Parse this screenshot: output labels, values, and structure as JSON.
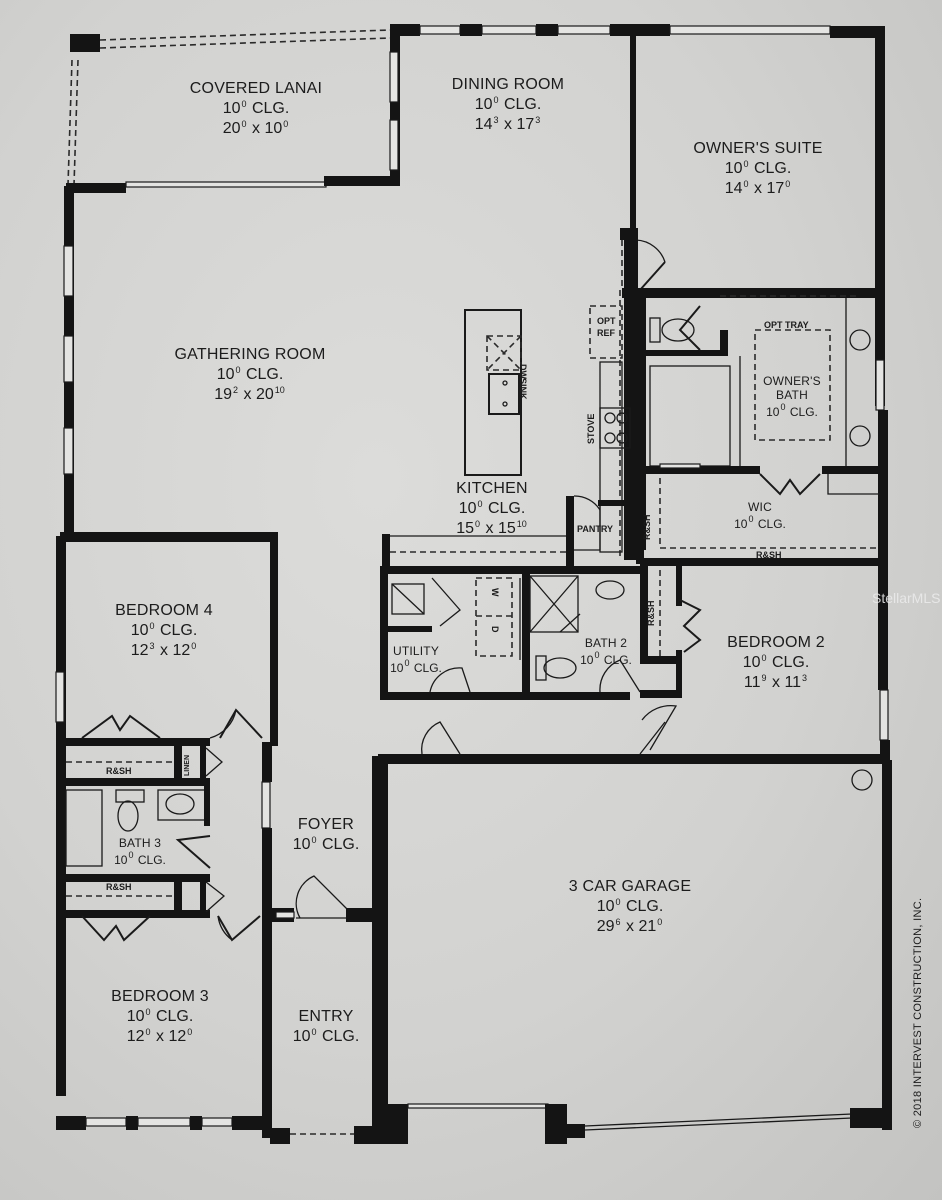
{
  "plan": {
    "rooms": {
      "covered_lanai": {
        "name": "COVERED LANAI",
        "ceiling": "10",
        "ceiling_sup": "0",
        "ceiling_unit": "CLG.",
        "dim_w": "20",
        "dim_w_sup": "0",
        "dim_sep": "x",
        "dim_l": "10",
        "dim_l_sup": "0"
      },
      "dining_room": {
        "name": "DINING ROOM",
        "ceiling": "10",
        "ceiling_sup": "0",
        "ceiling_unit": "CLG.",
        "dim_w": "14",
        "dim_w_sup": "3",
        "dim_sep": "x",
        "dim_l": "17",
        "dim_l_sup": "3"
      },
      "owners_suite": {
        "name": "OWNER'S SUITE",
        "ceiling": "10",
        "ceiling_sup": "0",
        "ceiling_unit": "CLG.",
        "dim_w": "14",
        "dim_w_sup": "0",
        "dim_sep": "x",
        "dim_l": "17",
        "dim_l_sup": "0"
      },
      "gathering_room": {
        "name": "GATHERING ROOM",
        "ceiling": "10",
        "ceiling_sup": "0",
        "ceiling_unit": "CLG.",
        "dim_w": "19",
        "dim_w_sup": "2",
        "dim_sep": "x",
        "dim_l": "20",
        "dim_l_sup": "10"
      },
      "kitchen": {
        "name": "KITCHEN",
        "ceiling": "10",
        "ceiling_sup": "0",
        "ceiling_unit": "CLG.",
        "dim_w": "15",
        "dim_w_sup": "0",
        "dim_sep": "x",
        "dim_l": "15",
        "dim_l_sup": "10"
      },
      "owners_bath": {
        "name_line1": "OWNER'S",
        "name_line2": "BATH",
        "ceiling": "10",
        "ceiling_sup": "0",
        "ceiling_unit": "CLG."
      },
      "wic": {
        "name": "WIC",
        "ceiling": "10",
        "ceiling_sup": "0",
        "ceiling_unit": "CLG."
      },
      "bedroom_4": {
        "name": "BEDROOM 4",
        "ceiling": "10",
        "ceiling_sup": "0",
        "ceiling_unit": "CLG.",
        "dim_w": "12",
        "dim_w_sup": "3",
        "dim_sep": "x",
        "dim_l": "12",
        "dim_l_sup": "0"
      },
      "utility": {
        "name": "UTILITY",
        "ceiling": "10",
        "ceiling_sup": "0",
        "ceiling_unit": "CLG."
      },
      "bath_2": {
        "name": "BATH 2",
        "ceiling": "10",
        "ceiling_sup": "0",
        "ceiling_unit": "CLG."
      },
      "bedroom_2": {
        "name": "BEDROOM 2",
        "ceiling": "10",
        "ceiling_sup": "0",
        "ceiling_unit": "CLG.",
        "dim_w": "11",
        "dim_w_sup": "9",
        "dim_sep": "x",
        "dim_l": "11",
        "dim_l_sup": "3"
      },
      "bath_3": {
        "name": "BATH 3",
        "ceiling": "10",
        "ceiling_sup": "0",
        "ceiling_unit": "CLG."
      },
      "foyer": {
        "name": "FOYER",
        "ceiling": "10",
        "ceiling_sup": "0",
        "ceiling_unit": "CLG."
      },
      "garage": {
        "name": "3 CAR GARAGE",
        "ceiling": "10",
        "ceiling_sup": "0",
        "ceiling_unit": "CLG.",
        "dim_w": "29",
        "dim_w_sup": "6",
        "dim_sep": "x",
        "dim_l": "21",
        "dim_l_sup": "0"
      },
      "bedroom_3": {
        "name": "BEDROOM 3",
        "ceiling": "10",
        "ceiling_sup": "0",
        "ceiling_unit": "CLG.",
        "dim_w": "12",
        "dim_w_sup": "0",
        "dim_sep": "x",
        "dim_l": "12",
        "dim_l_sup": "0"
      },
      "entry": {
        "name": "ENTRY",
        "ceiling": "10",
        "ceiling_sup": "0",
        "ceiling_unit": "CLG."
      }
    },
    "fixtures": {
      "dw": "DW",
      "sink": "SINK",
      "stove": "STOVE",
      "opt_ref_1": "OPT",
      "opt_ref_2": "REF",
      "opt_tray": "OPT  TRAY",
      "pantry": "PANTRY",
      "rsh": "R&SH",
      "linen": "LINEN",
      "washer": "W",
      "dryer": "D"
    },
    "copyright": "© 2018 INTERVEST CONSTRUCTION, INC.",
    "watermark": "StellarMLS"
  }
}
